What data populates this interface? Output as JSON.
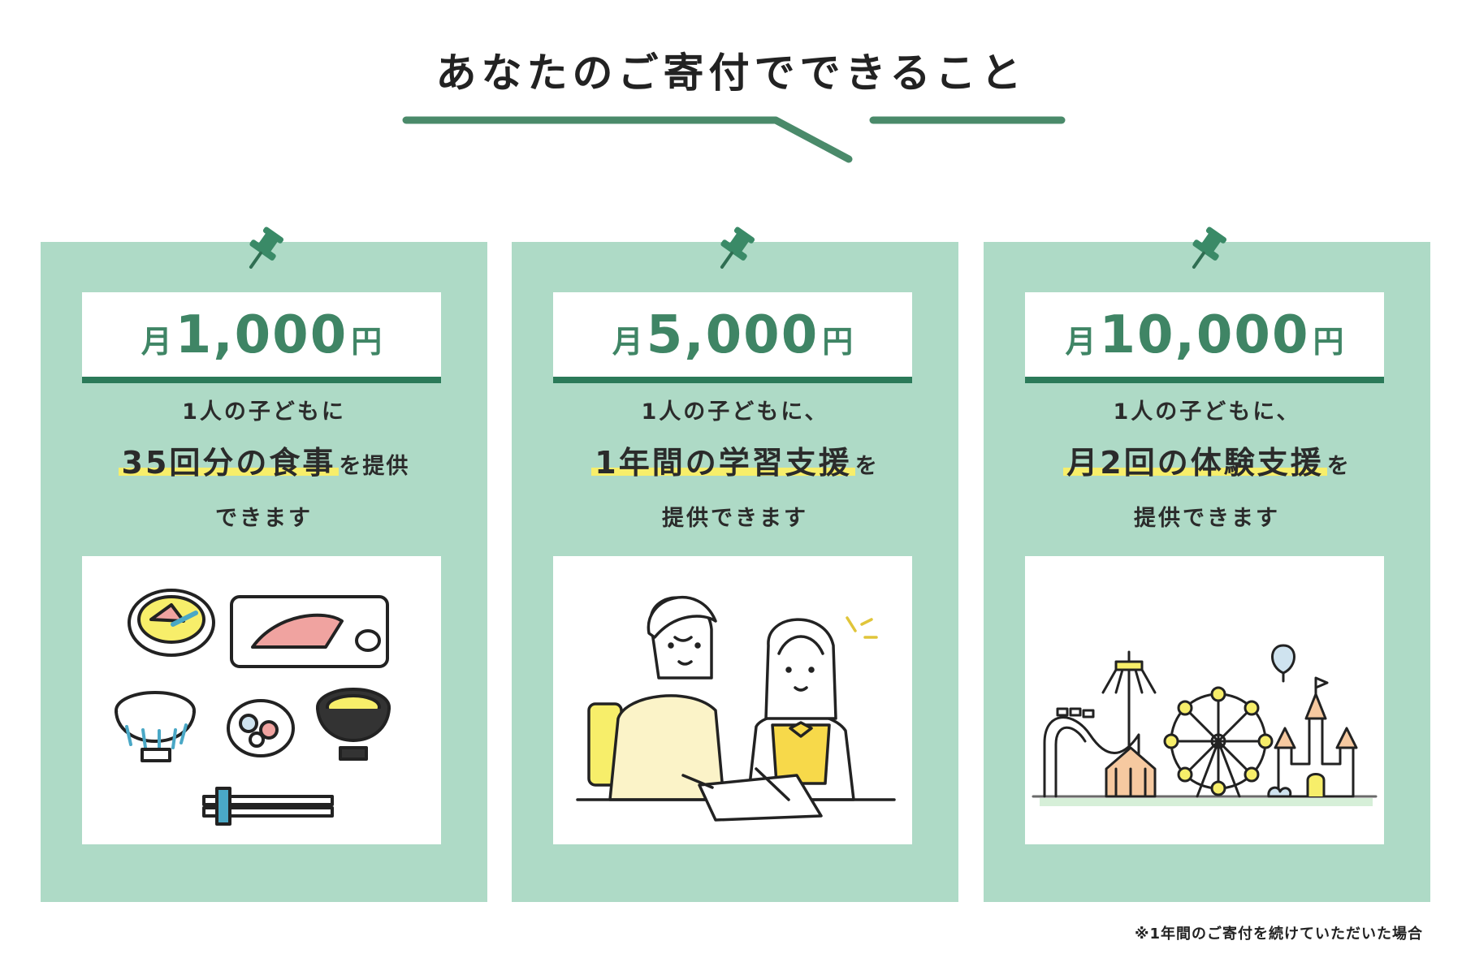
{
  "title": "あなたのご寄付でできること",
  "colors": {
    "card": "#aedac6",
    "accent": "#2b7a59",
    "price": "#3f8565",
    "highlight": "#f7ee6a"
  },
  "cards": [
    {
      "price_prefix": "月",
      "price_number": "1,000",
      "price_suffix": "円",
      "line1": "1人の子どもに",
      "highlight": "35回分の食事",
      "after_highlight": "を提供",
      "line3": "できます",
      "illustration": "japanese-meal-set"
    },
    {
      "price_prefix": "月",
      "price_number": "5,000",
      "price_suffix": "円",
      "line1": "1人の子どもに、",
      "highlight": "1年間の学習支援",
      "after_highlight": "を",
      "line3": "提供できます",
      "illustration": "tutoring-students"
    },
    {
      "price_prefix": "月",
      "price_number": "10,000",
      "price_suffix": "円",
      "line1": "1人の子どもに、",
      "highlight": "月2回の体験支援",
      "after_highlight": "を",
      "line3": "提供できます",
      "illustration": "amusement-park"
    }
  ],
  "footnote": "※1年間のご寄付を続けていただいた場合",
  "icons": {
    "pin": "pushpin-icon"
  }
}
